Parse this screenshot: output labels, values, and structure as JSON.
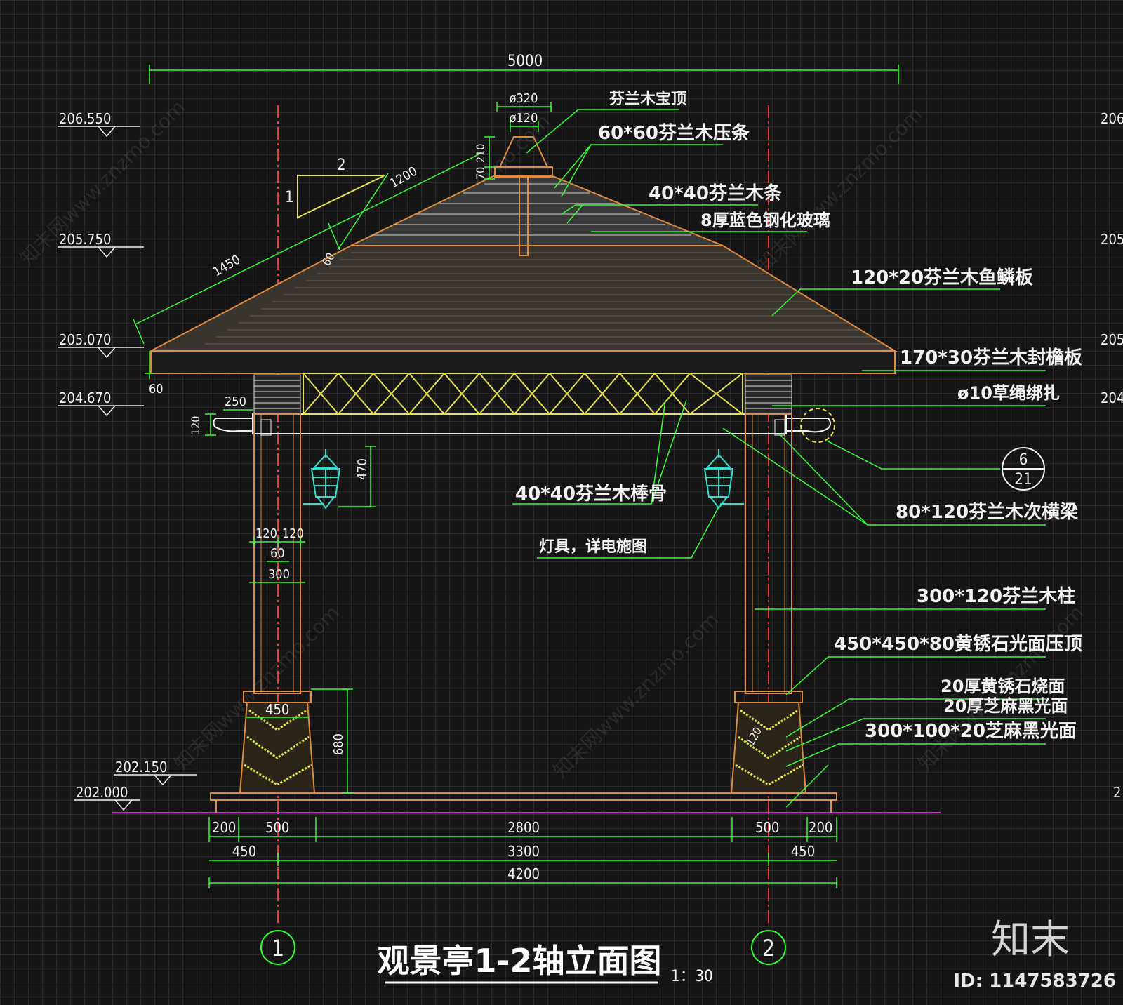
{
  "colors": {
    "background": "#151515",
    "dimension": "#33ff33",
    "structure": "#e08a3c",
    "axis": "#ff3333",
    "yellow": "#e8e04a",
    "ground": "#cc33cc",
    "lamp": "#33ddcc"
  },
  "title": {
    "main": "观景亭1-2轴立面图",
    "scale": "1：30"
  },
  "elevations_left": [
    "206.550",
    "205.750",
    "205.070",
    "204.670",
    "202.150",
    "202.000"
  ],
  "elevations_right_clipped": [
    "206",
    "205",
    "205",
    "204",
    "2"
  ],
  "dimensions": {
    "overall": "5000",
    "top_cap_outer": "ø320",
    "top_cap_inner": "ø120",
    "cap_height_a": "210",
    "cap_height_b": "70",
    "roof_slope_run": "2",
    "roof_slope_rise": "1",
    "roof_len_upper": "1200",
    "roof_len_lower": "1450",
    "roof_thickness": "60",
    "eave_thickness": "60",
    "bracket_width": "250",
    "bracket_height": "120",
    "lamp_height": "470",
    "col_a": "120",
    "col_b": "120",
    "col_c": "60",
    "col_d": "300",
    "base_width": "450",
    "base_height": "680",
    "base_side": "120",
    "bottom_row1": [
      "200",
      "500",
      "2800",
      "500",
      "200"
    ],
    "bottom_row2": [
      "450",
      "3300",
      "450"
    ],
    "bottom_total": "4200"
  },
  "axes": [
    "1",
    "2"
  ],
  "annotations": [
    "芬兰木宝顶",
    "60*60芬兰木压条",
    "40*40芬兰木条",
    "8厚蓝色钢化玻璃",
    "120*20芬兰木鱼鳞板",
    "170*30芬兰木封檐板",
    "ø10草绳绑扎",
    "80*120芬兰木次横梁",
    "40*40芬兰木棒骨",
    "灯具，详电施图",
    "300*120芬兰木柱",
    "450*450*80黄锈石光面压顶",
    "20厚黄锈石烧面",
    "20厚芝麻黑光面",
    "300*100*20芝麻黑光面"
  ],
  "detail_callout": {
    "top": "6",
    "bottom": "21"
  },
  "watermark": "知末网www.znzmo.com",
  "brand": {
    "logo": "知末",
    "id": "ID: 1147583726"
  }
}
